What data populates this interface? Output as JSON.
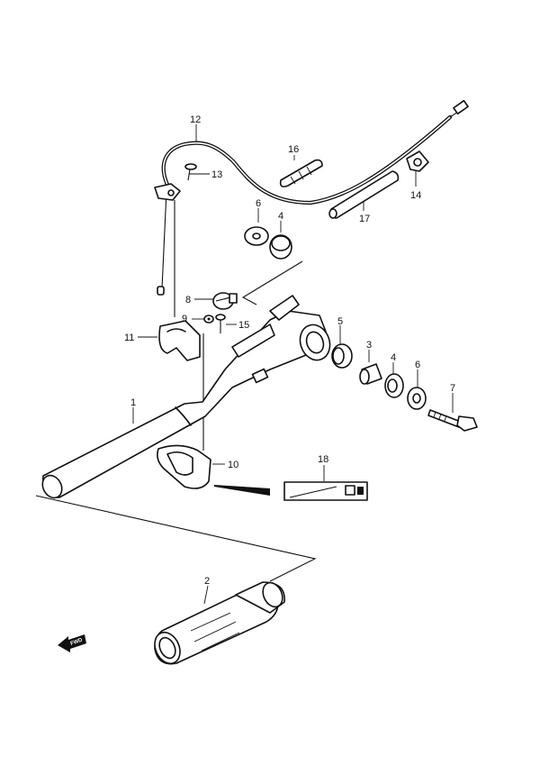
{
  "diagram": {
    "callouts": [
      {
        "id": "c1",
        "text": "1"
      },
      {
        "id": "c2",
        "text": "2"
      },
      {
        "id": "c3",
        "text": "3"
      },
      {
        "id": "c4a",
        "text": "4"
      },
      {
        "id": "c4b",
        "text": "4"
      },
      {
        "id": "c5",
        "text": "5"
      },
      {
        "id": "c6a",
        "text": "6"
      },
      {
        "id": "c6b",
        "text": "6"
      },
      {
        "id": "c7",
        "text": "7"
      },
      {
        "id": "c8",
        "text": "8"
      },
      {
        "id": "c9",
        "text": "9"
      },
      {
        "id": "c10",
        "text": "10"
      },
      {
        "id": "c11",
        "text": "11"
      },
      {
        "id": "c12",
        "text": "12"
      },
      {
        "id": "c13",
        "text": "13"
      },
      {
        "id": "c14",
        "text": "14"
      },
      {
        "id": "c15",
        "text": "15"
      },
      {
        "id": "c16",
        "text": "16"
      },
      {
        "id": "c17",
        "text": "17"
      },
      {
        "id": "c18",
        "text": "18"
      }
    ],
    "direction_marker": {
      "text": "FWD",
      "icon": "forward-arrow-icon"
    }
  }
}
